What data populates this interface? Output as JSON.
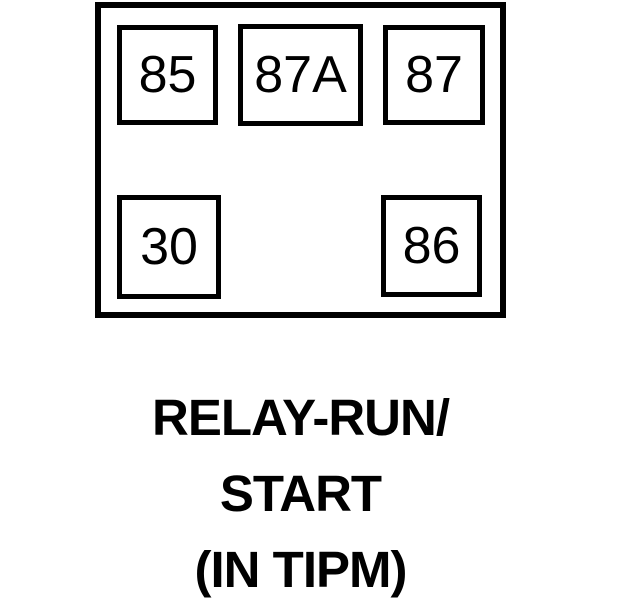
{
  "diagram": {
    "kind": "relay-pinout",
    "pins": [
      {
        "label": "85"
      },
      {
        "label": "87A"
      },
      {
        "label": "87"
      },
      {
        "label": "30"
      },
      {
        "label": "86"
      }
    ],
    "caption": {
      "line1": "RELAY-RUN/",
      "line2": "START",
      "line3": "(IN TIPM)"
    },
    "colors": {
      "line": "#000000",
      "background": "#ffffff"
    }
  }
}
